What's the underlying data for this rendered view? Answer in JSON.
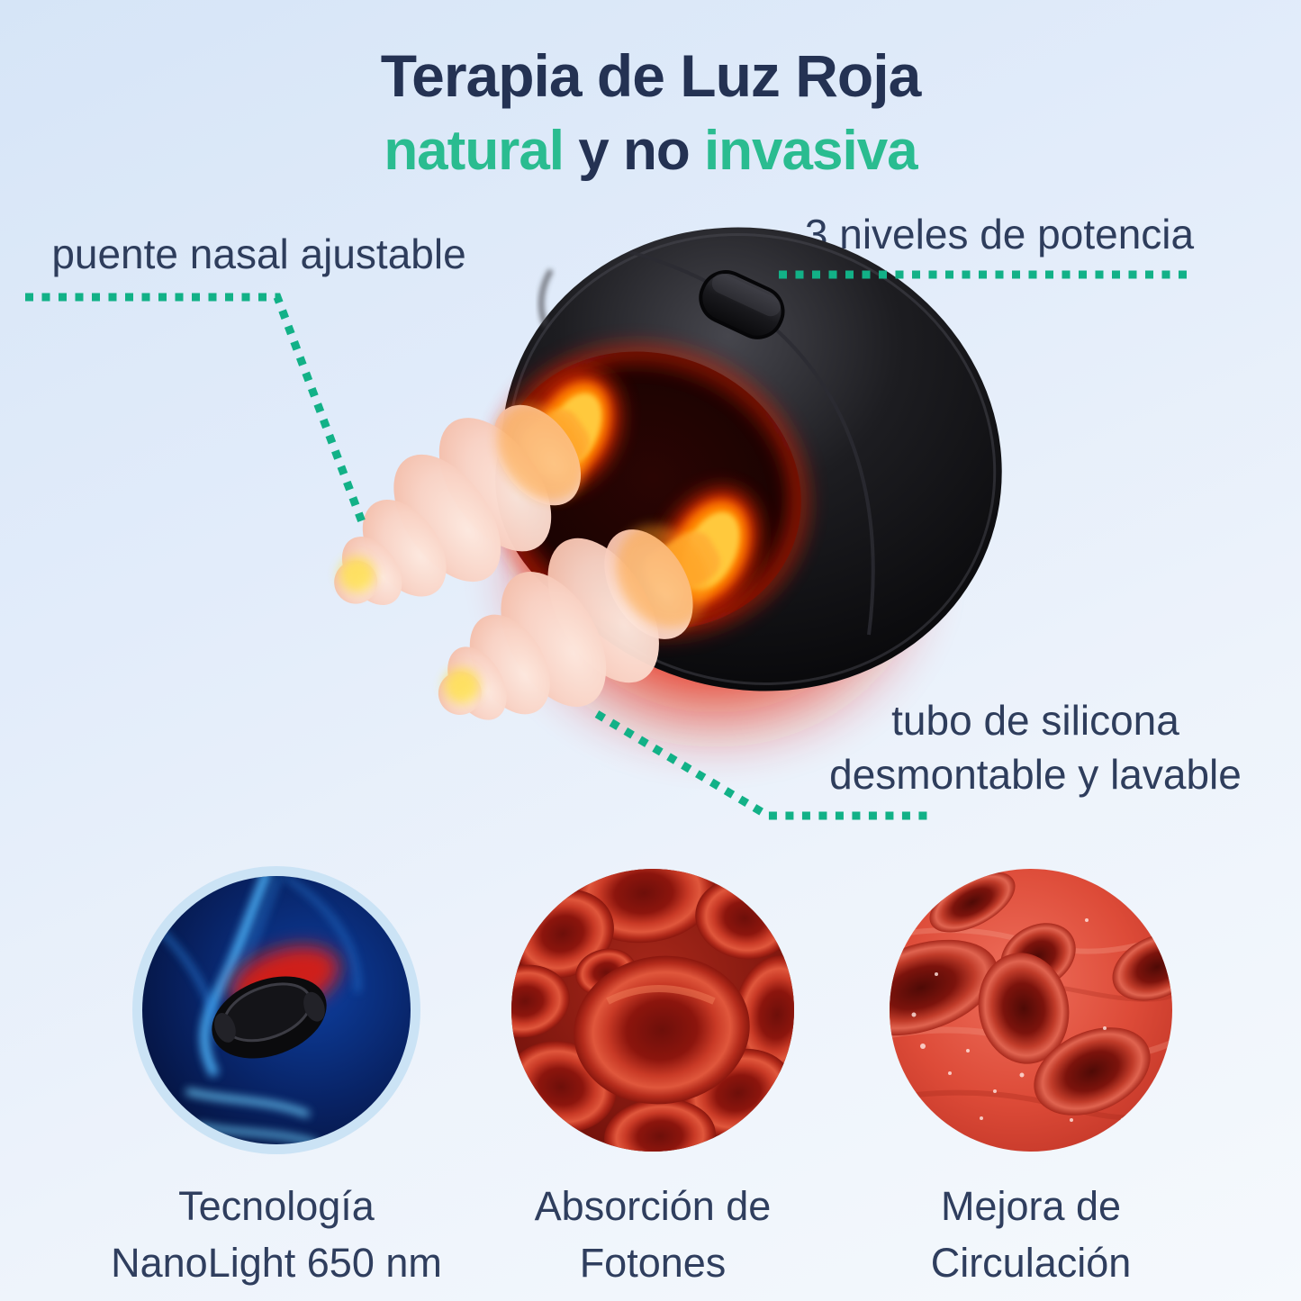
{
  "colors": {
    "navy_text": "#2c3b5c",
    "title_navy": "#243253",
    "accent_green": "#2abc90",
    "dotted_line_green": "#12b187",
    "glow_red": "#e8210a",
    "background_blue": "#dce9f8"
  },
  "title": {
    "line1": "Terapia de Luz Roja",
    "line2_natural": "natural",
    "line2_middle": " y no ",
    "line2_invasiva": "invasiva"
  },
  "callouts": {
    "nasal_bridge": {
      "label": "puente nasal ajustable"
    },
    "power_levels": {
      "label": "3 niveles de potencia"
    },
    "silicone_tube": {
      "line1": "tubo de silicona",
      "line2": "desmontable y lavable"
    }
  },
  "device": {
    "description": "nasal red light therapy device with two silicone prongs"
  },
  "features": [
    {
      "id": "nanolight",
      "image": "xray-nose-with-device",
      "caption_line1": "Tecnología",
      "caption_line2": "NanoLight 650 nm"
    },
    {
      "id": "photon-absorption",
      "image": "red-blood-cells",
      "caption_line1": "Absorción de",
      "caption_line2": "Fotones"
    },
    {
      "id": "circulation",
      "image": "blood-flow-in-vessel",
      "caption_line1": "Mejora de",
      "caption_line2": "Circulación"
    }
  ]
}
